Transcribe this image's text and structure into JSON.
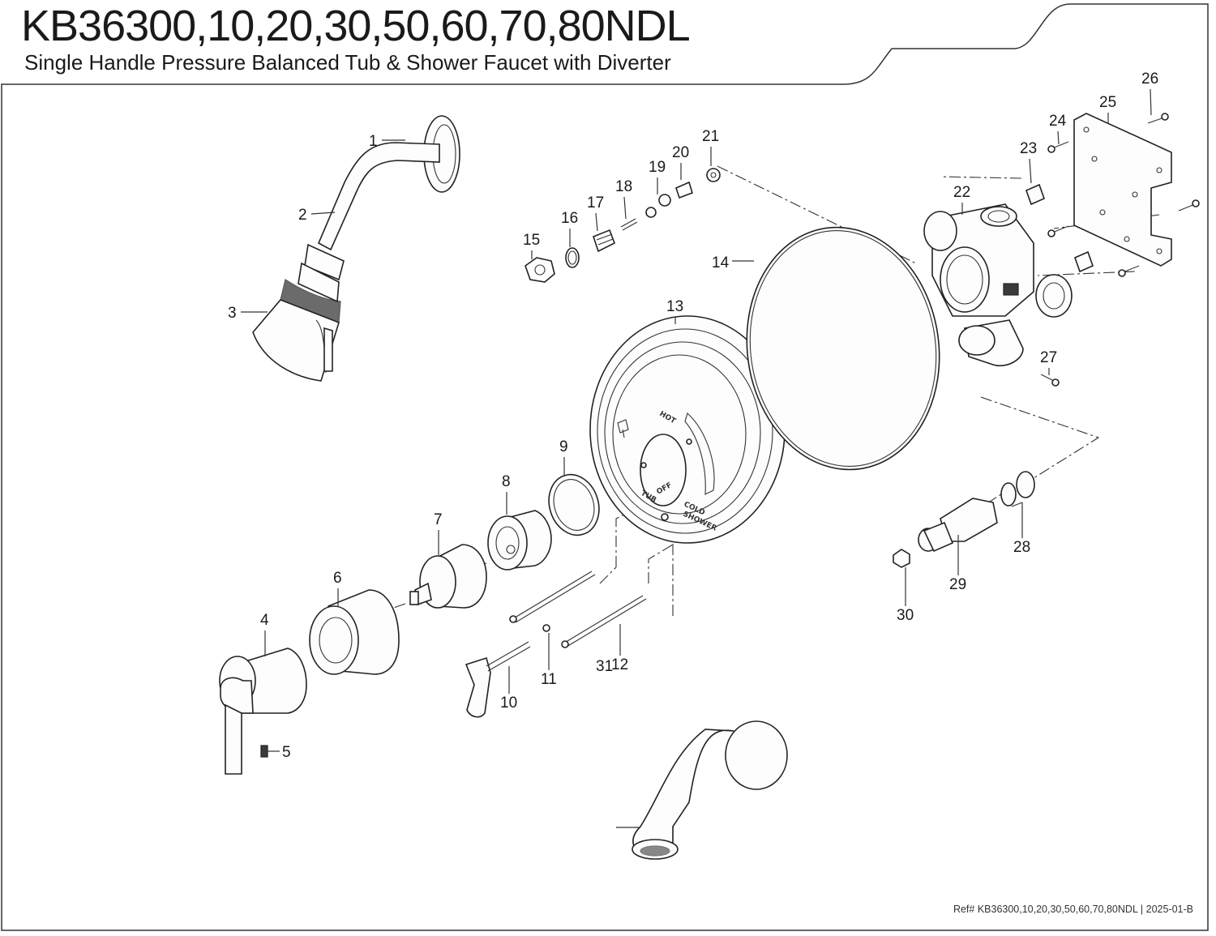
{
  "header": {
    "title": "KB36300,10,20,30,50,60,70,80NDL",
    "subtitle": "Single Handle Pressure Balanced Tub & Shower Faucet with Diverter"
  },
  "faceplate_labels": {
    "hot": "HOT",
    "cold": "COLD",
    "off": "OFF",
    "tub": "TUB",
    "shower": "SHOWER"
  },
  "callouts": {
    "c1": "1",
    "c2": "2",
    "c3": "3",
    "c4": "4",
    "c5": "5",
    "c6": "6",
    "c7": "7",
    "c8": "8",
    "c9": "9",
    "c10": "10",
    "c11": "11",
    "c12": "12",
    "c13": "13",
    "c14": "14",
    "c15": "15",
    "c16": "16",
    "c17": "17",
    "c18": "18",
    "c19": "19",
    "c20": "20",
    "c21": "21",
    "c22": "22",
    "c23": "23",
    "c24": "24",
    "c25": "25",
    "c26": "26",
    "c27": "27",
    "c28": "28",
    "c29": "29",
    "c30": "30",
    "c31": "31"
  },
  "footer": {
    "ref": "Ref# KB36300,10,20,30,50,60,70,80NDL | 2025-01-B"
  }
}
